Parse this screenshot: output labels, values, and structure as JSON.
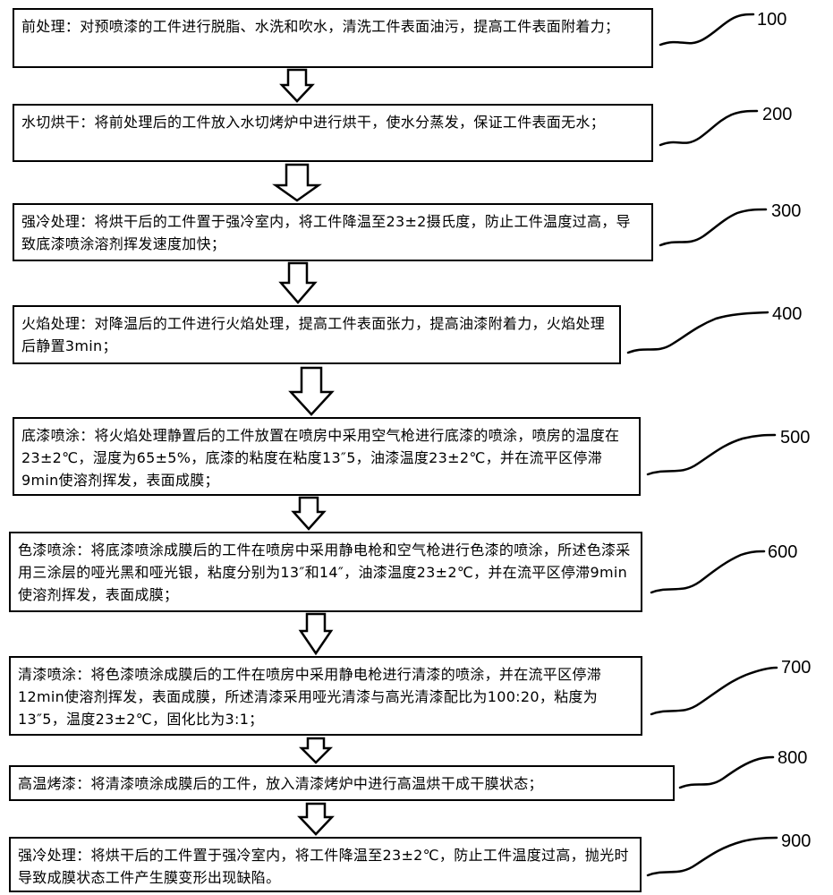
{
  "steps": [
    {
      "number": "100",
      "text": "前处理：对预喷漆的工件进行脱脂、水洗和吹水，清洗工件表面油污，提高工件表面附着力；"
    },
    {
      "number": "200",
      "text": "水切烘干：将前处理后的工件放入水切烤炉中进行烘干，使水分蒸发，保证工件表面无水；"
    },
    {
      "number": "300",
      "text": "强冷处理：将烘干后的工件置于强冷室内，将工件降温至23±2摄氏度，防止工件温度过高，导致底漆喷涂溶剂挥发速度加快；"
    },
    {
      "number": "400",
      "text": "火焰处理：对降温后的工件进行火焰处理，提高工件表面张力，提高油漆附着力，火焰处理后静置3min；"
    },
    {
      "number": "500",
      "text": "底漆喷涂：将火焰处理静置后的工件放置在喷房中采用空气枪进行底漆的喷涂，喷房的温度在23±2℃，湿度为65±5%，底漆的粘度在粘度13″5，油漆温度23±2℃，并在流平区停滞9min使溶剂挥发，表面成膜；"
    },
    {
      "number": "600",
      "text": "色漆喷涂：将底漆喷涂成膜后的工件在喷房中采用静电枪和空气枪进行色漆的喷涂，所述色漆采用三涂层的哑光黑和哑光银，粘度分别为13″和14″，油漆温度23±2℃，并在流平区停滞9min使溶剂挥发，表面成膜；"
    },
    {
      "number": "700",
      "text": "清漆喷涂：将色漆喷涂成膜后的工件在喷房中采用静电枪进行清漆的喷涂，并在流平区停滞12min使溶剂挥发，表面成膜，所述清漆采用哑光清漆与高光清漆配比为100:20，粘度为13″5，温度23±2℃，固化比为3:1；"
    },
    {
      "number": "800",
      "text": "高温烤漆：将清漆喷涂成膜后的工件，放入清漆烤炉中进行高温烘干成干膜状态；"
    },
    {
      "number": "900",
      "text": "强冷处理：将烘干后的工件置于强冷室内，将工件降温至23±2℃，防止工件温度过高，抛光时导致成膜状态工件产生膜变形出现缺陷。"
    }
  ]
}
